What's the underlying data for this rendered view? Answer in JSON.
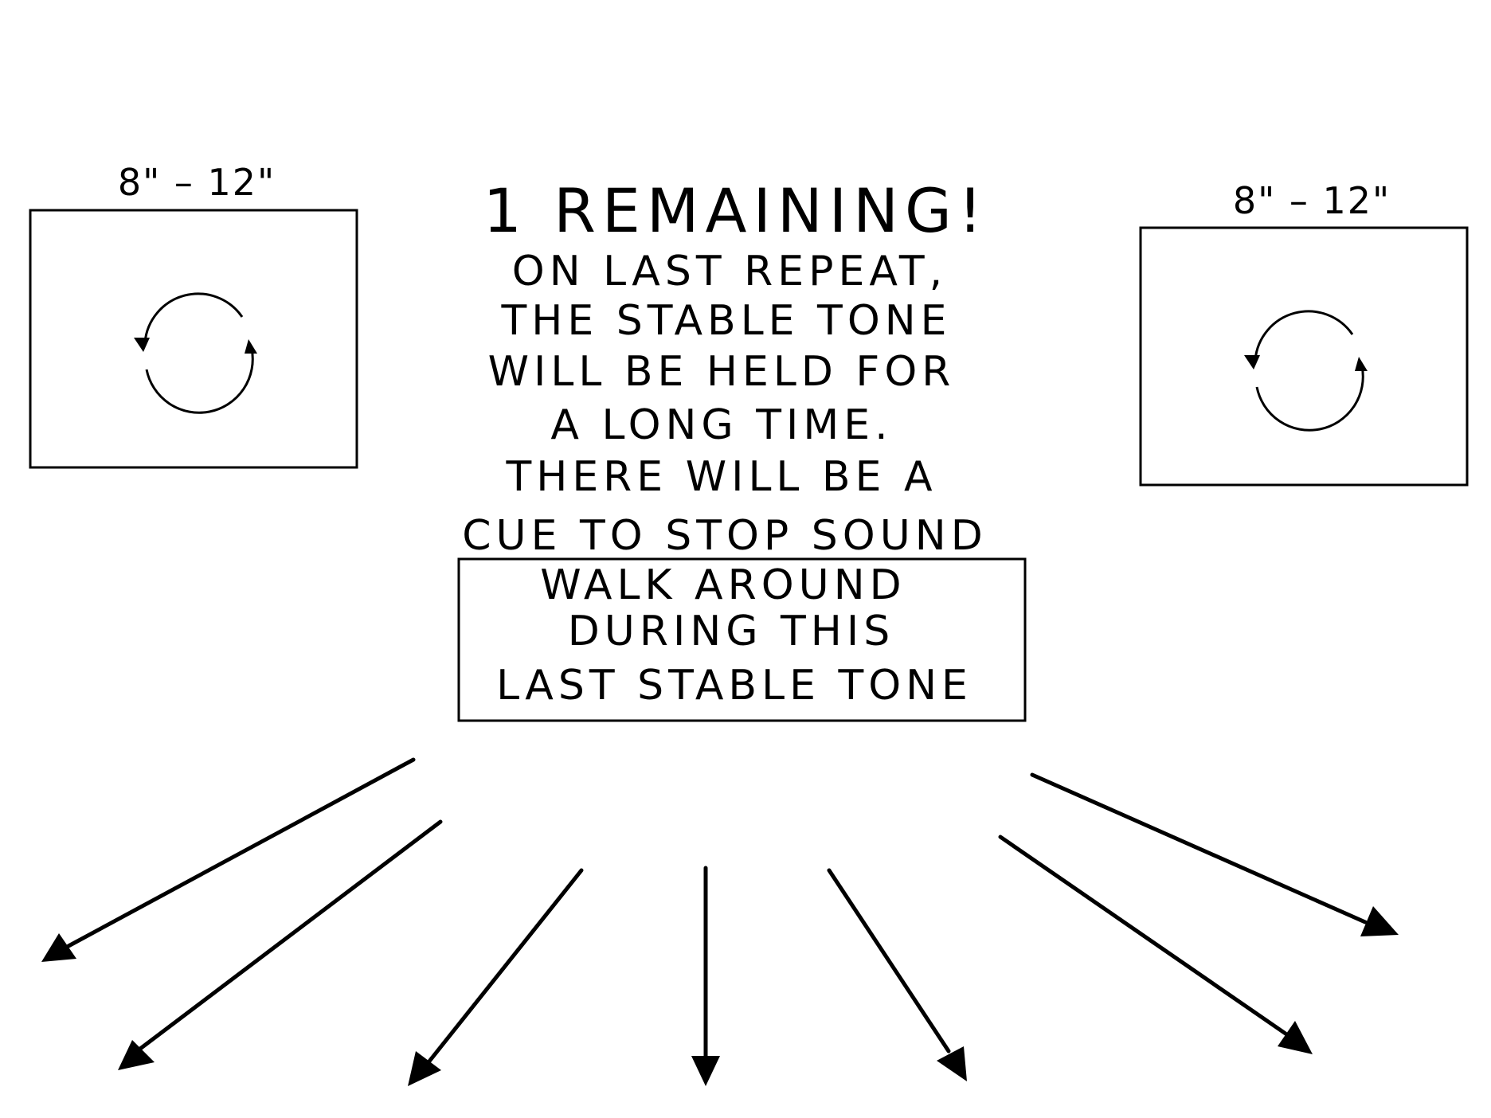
{
  "left_panel": {
    "dimension": "8\" – 12\""
  },
  "right_panel": {
    "dimension": "8\" – 12\""
  },
  "message": {
    "headline": "1 REMAINING!",
    "lines": [
      "ON LAST REPEAT,",
      "THE STABLE TONE",
      "WILL BE HELD FOR",
      "A LONG TIME.",
      "THERE WILL BE A",
      "CUE TO STOP SOUND"
    ]
  },
  "instruction_box": {
    "lines": [
      "WALK AROUND",
      "DURING THIS",
      "LAST STABLE TONE"
    ]
  },
  "icons": {
    "left_rotate": "rotate-arrows-icon",
    "right_rotate": "rotate-arrows-icon"
  }
}
